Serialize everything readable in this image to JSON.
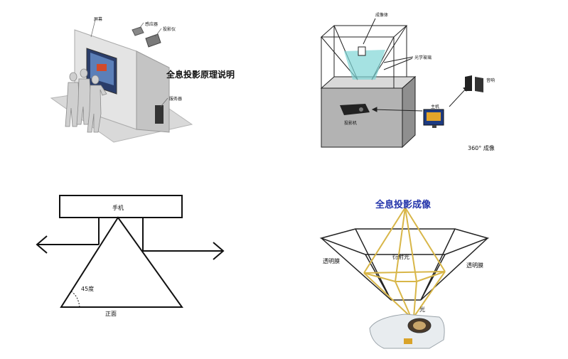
{
  "panel_tl": {
    "title": "全息投影原理说明",
    "label_screen": "屏幕",
    "label_sensor": "感应器",
    "label_projector": "投影仪",
    "label_server": "服务器"
  },
  "panel_tr": {
    "label_image": "成像体",
    "label_glass": "光学玻璃",
    "label_projector": "投影机",
    "label_host": "主机",
    "label_speaker": "音响",
    "caption": "360° 成像"
  },
  "panel_bl": {
    "label_phone": "手机",
    "label_angle": "45度",
    "label_front": "正面"
  },
  "panel_br": {
    "title": "全息投影成像",
    "label_diffraction": "衍射光",
    "label_film_left": "透明膜",
    "label_film_right": "透明膜",
    "label_light": "光"
  }
}
